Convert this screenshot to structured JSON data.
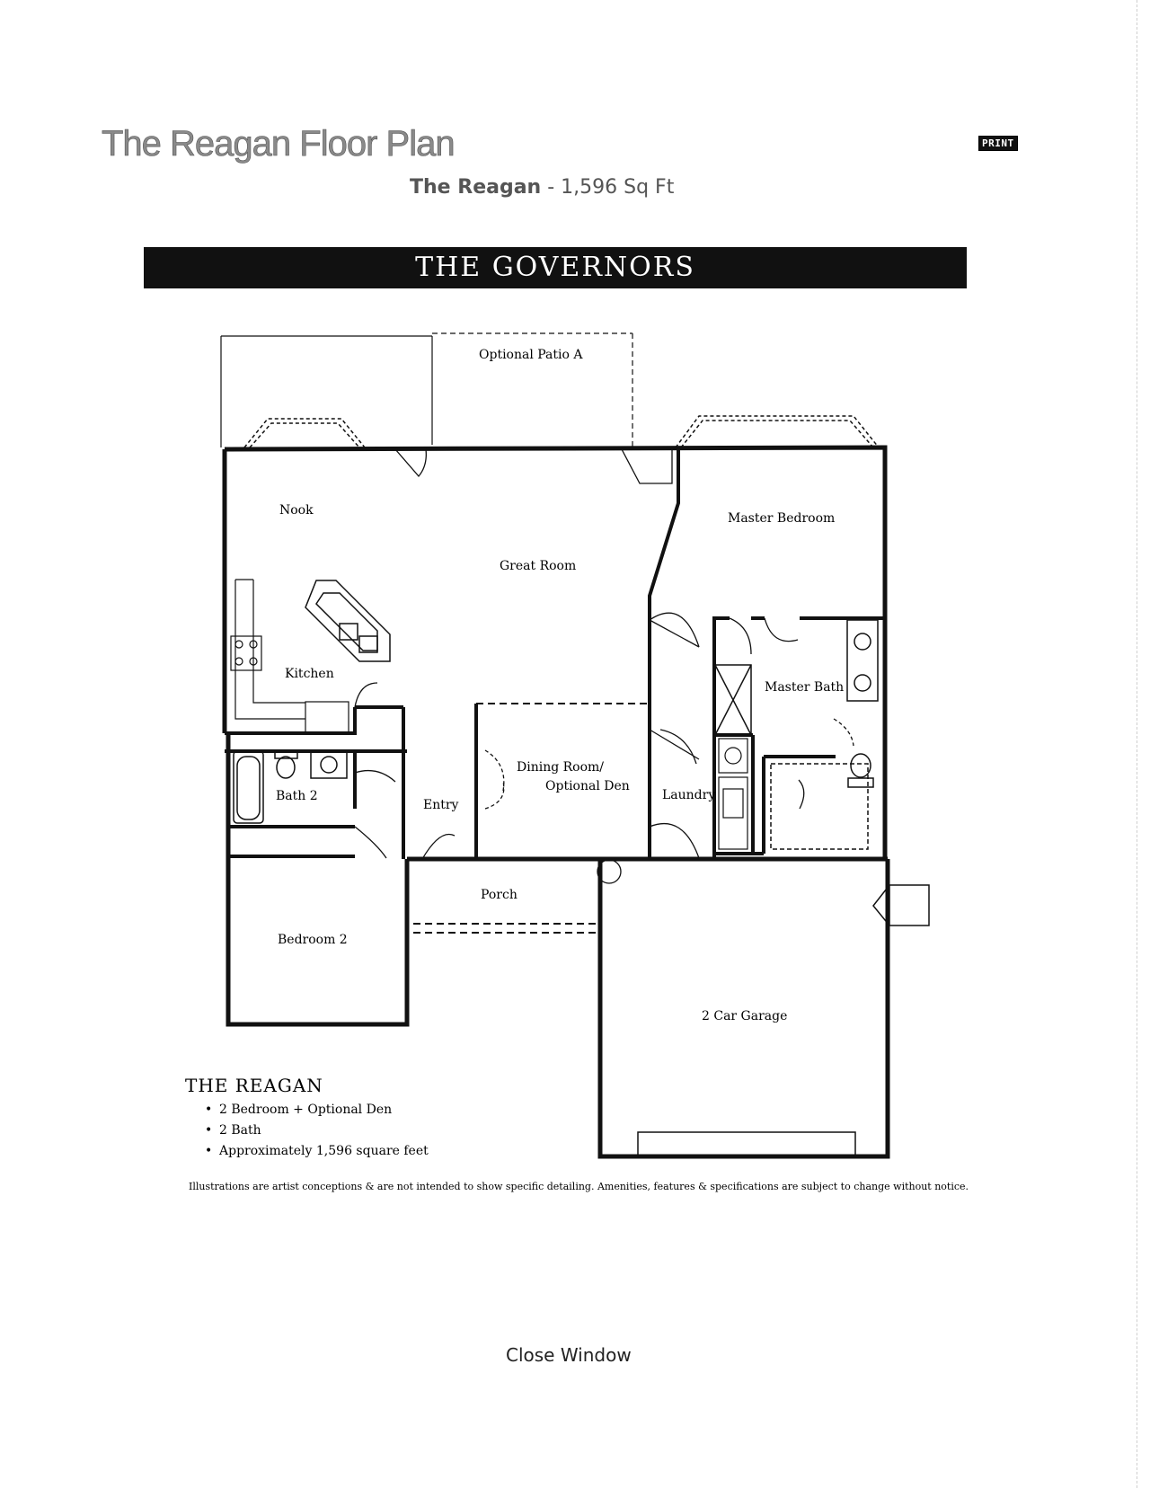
{
  "page": {
    "title": "The Reagan Floor Plan",
    "print_label": "PRINT",
    "subtitle_name": "The Reagan",
    "subtitle_rest": " - 1,596 Sq Ft",
    "close_label": "Close Window"
  },
  "banner": {
    "text": "THE GOVERNORS"
  },
  "floorplan": {
    "rooms": {
      "patio": "Optional Patio A",
      "nook": "Nook",
      "great_room": "Great Room",
      "master_bedroom": "Master Bedroom",
      "kitchen": "Kitchen",
      "master_bath": "Master Bath",
      "bath2": "Bath 2",
      "entry": "Entry",
      "dining": "Dining Room/",
      "den": "Optional Den",
      "laundry": "Laundry",
      "porch": "Porch",
      "bedroom2": "Bedroom 2",
      "garage": "2 Car Garage"
    }
  },
  "caption": {
    "title": "THE REAGAN",
    "features": [
      "2 Bedroom + Optional Den",
      "2 Bath",
      "Approximately 1,596 square feet"
    ]
  },
  "disclaimer": "Illustrations are artist conceptions & are not intended to show specific detailing. Amenities, features & specifications are subject to change without notice."
}
